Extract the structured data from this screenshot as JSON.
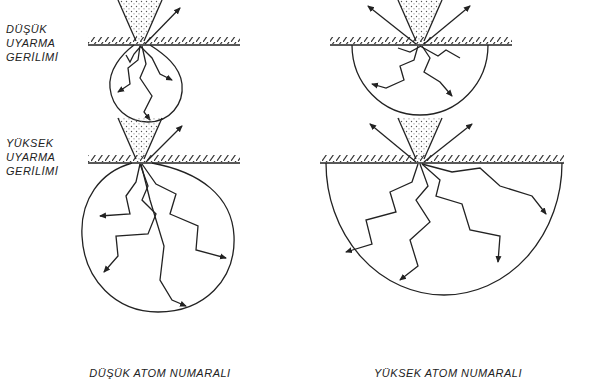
{
  "diagram": {
    "labels": [
      "DÜŞÜK UYARMA GERİLİMİ",
      "YÜKSEK UYARMA GERİLİMİ",
      "DÜŞÜK ATOM NUMARALI",
      "YÜKSEK ATOM NUMARALI"
    ]
  }
}
